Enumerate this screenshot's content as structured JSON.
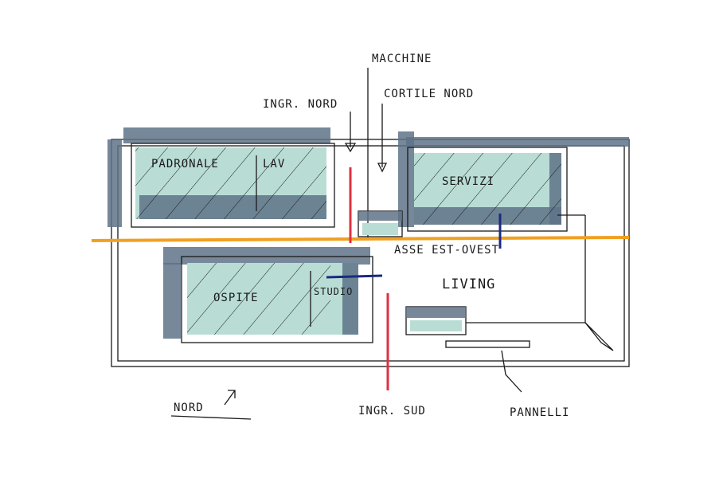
{
  "labels": {
    "macchine": "MACCHINE",
    "ingr_nord": "INGR. NORD",
    "cortile_nord": "CORTILE NORD",
    "padronale": "PADRONALE",
    "lav": "LAV",
    "servizi": "SERVIZI",
    "asse": "ASSE EST-OVEST",
    "ospite": "OSPITE",
    "studio": "STUDIO",
    "living": "LIVING",
    "nord": "NORD",
    "ingr_sud": "INGR. SUD",
    "pannelli": "PANNELLI"
  },
  "colors": {
    "axis": "#f0a020",
    "entry": "#e03040",
    "marker": "#1a2a80",
    "room_fill": "#b9ddd5",
    "shade": "#5e7387"
  }
}
